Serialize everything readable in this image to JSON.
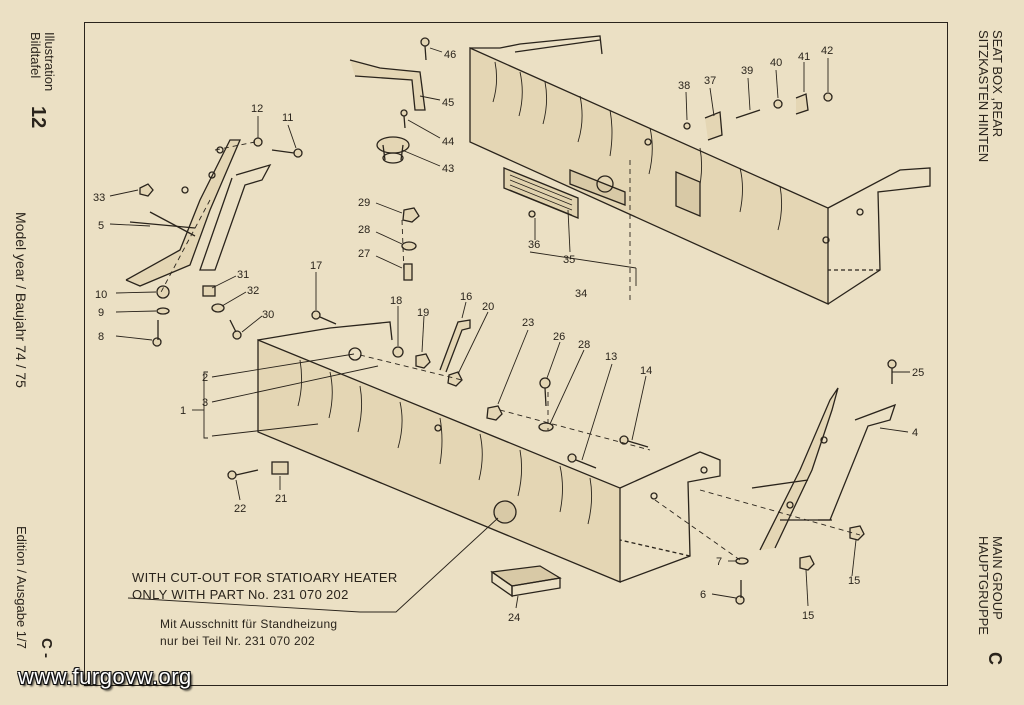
{
  "left_margin": {
    "illustration": "Illustration",
    "bildtafel": "Bildtafel",
    "plate_number": "12",
    "model_year": "Model year / Baujahr 74 / 75",
    "edition": "Edition / Ausgabe 1/7",
    "corner_letter": "C -"
  },
  "right_margin": {
    "title_en": "SEAT BOX ,REAR",
    "title_de": "SITZKASTEN HINTEN",
    "group_en": "MAIN GROUP",
    "group_de": "HAUPTGRUPPE",
    "group_letter": "C"
  },
  "notes": {
    "en_line1": "WITH CUT-OUT FOR STATIOARY HEATER",
    "en_line2": "ONLY WITH PART No.   231 070 202",
    "de_line1": "Mit Ausschnitt für Standheizung",
    "de_line2": "nur bei Teil Nr.  231 070 202"
  },
  "callouts": {
    "c46": "46",
    "c45": "45",
    "c44": "44",
    "c43": "43",
    "c12": "12",
    "c11": "11",
    "c33": "33",
    "c5": "5",
    "c29": "29",
    "c28a": "28",
    "c27": "27",
    "c38": "38",
    "c37": "37",
    "c39": "39",
    "c40": "40",
    "c41": "41",
    "c42": "42",
    "c36": "36",
    "c35": "35",
    "c34": "34",
    "c31": "31",
    "c32": "32",
    "c30": "30",
    "c10": "10",
    "c9": "9",
    "c8": "8",
    "c17": "17",
    "c18": "18",
    "c19": "19",
    "c16": "16",
    "c20": "20",
    "c23": "23",
    "c26": "26",
    "c28b": "28",
    "c13": "13",
    "c14": "14",
    "c25": "25",
    "c4": "4",
    "c2": "2",
    "c3": "3",
    "c1": "1",
    "c22": "22",
    "c21": "21",
    "c7": "7",
    "c6": "6",
    "c15a": "15",
    "c15b": "15",
    "c24": "24"
  },
  "watermark": "www.furgovw.org"
}
